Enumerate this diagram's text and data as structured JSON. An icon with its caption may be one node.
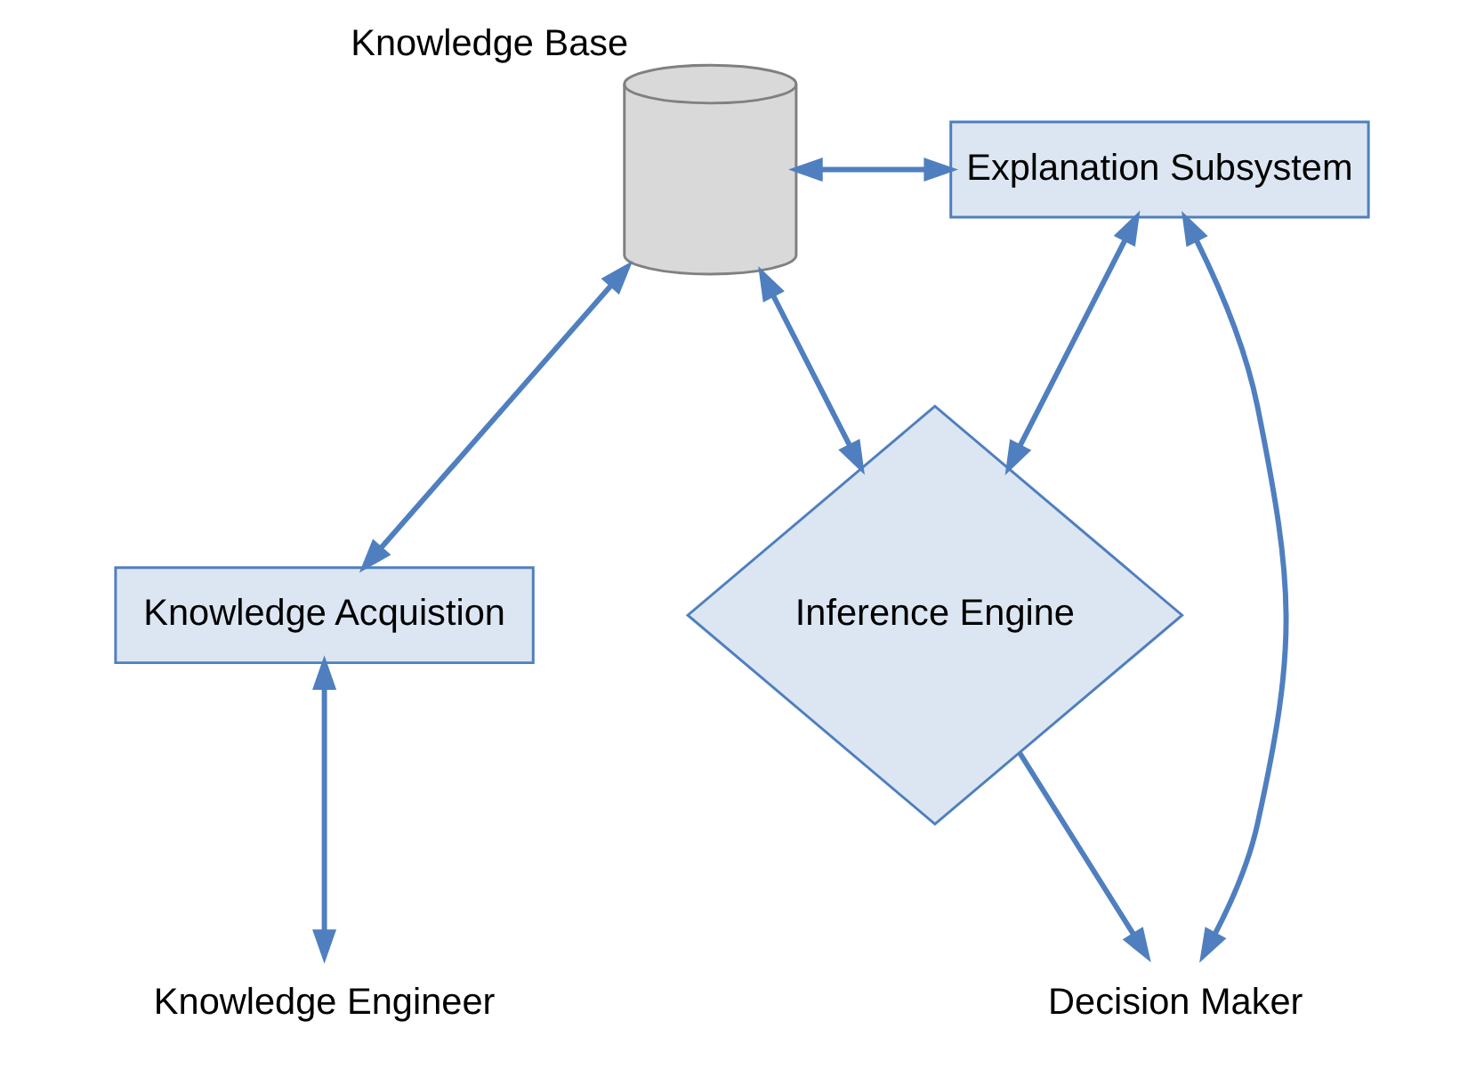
{
  "diagram": {
    "nodes": [
      {
        "text": [],
        "shape": "cylinder",
        "beside": [
          "Knowledge Base"
        ]
      },
      {
        "text": [
          "Explanation Subsystem"
        ]
      },
      {
        "text": [
          "Knowledge Acquistion"
        ]
      },
      {
        "text": [
          "Inference Engine"
        ]
      },
      {
        "text": [
          "Knowledge Engineer"
        ]
      },
      {
        "text": [
          "Decision Maker"
        ]
      }
    ],
    "edges": [
      {
        "from": 0,
        "to": 1,
        "arrow": "both"
      },
      {
        "from": 1,
        "to": 3,
        "arrow": "both"
      },
      {
        "from": 0,
        "to": 3,
        "arrow": "both"
      },
      {
        "from": 0,
        "to": 2,
        "arrow": "both"
      },
      {
        "from": 2,
        "to": 4,
        "arrow": "both"
      },
      {
        "from": 3,
        "to": 5,
        "arrow": "to"
      },
      {
        "from": 5,
        "to": 1,
        "arrow": "both"
      }
    ]
  }
}
